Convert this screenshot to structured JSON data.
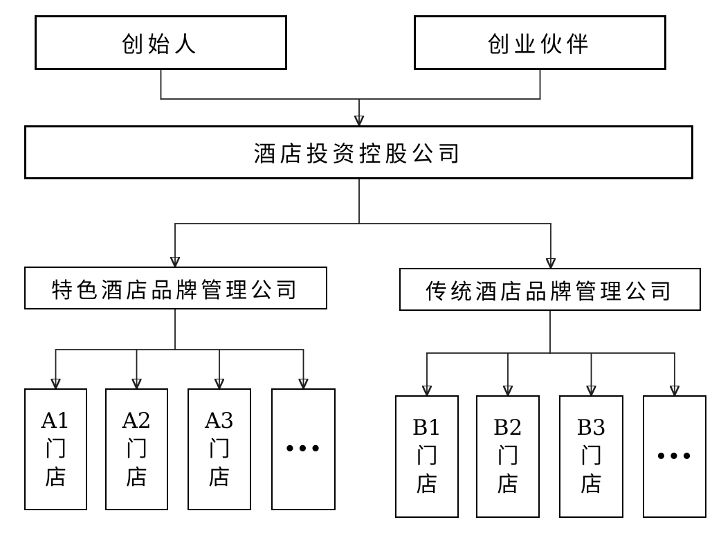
{
  "diagram": {
    "type": "org-chart",
    "colors": {
      "background": "#ffffff",
      "box_border": "#000000",
      "connector": "#1f1f1f",
      "text": "#000000"
    },
    "nodes": {
      "founder": {
        "label": "创始人"
      },
      "partner": {
        "label": "创业伙伴"
      },
      "holding": {
        "label": "酒店投资控股公司"
      },
      "brand_a": {
        "label": "特色酒店品牌管理公司"
      },
      "brand_b": {
        "label": "传统酒店品牌管理公司"
      },
      "store_a1": {
        "label": "A1门店",
        "lines": [
          "A1",
          "门",
          "店"
        ]
      },
      "store_a2": {
        "label": "A2门店",
        "lines": [
          "A2",
          "门",
          "店"
        ]
      },
      "store_a3": {
        "label": "A3门店",
        "lines": [
          "A3",
          "门",
          "店"
        ]
      },
      "more_a": {
        "label": "•••"
      },
      "store_b1": {
        "label": "B1门店",
        "lines": [
          "B1",
          "门",
          "店"
        ]
      },
      "store_b2": {
        "label": "B2门店",
        "lines": [
          "B2",
          "门",
          "店"
        ]
      },
      "store_b3": {
        "label": "B3门店",
        "lines": [
          "B3",
          "门",
          "店"
        ]
      },
      "more_b": {
        "label": "•••"
      }
    },
    "edges": [
      {
        "from": "founder",
        "to": "holding"
      },
      {
        "from": "partner",
        "to": "holding"
      },
      {
        "from": "holding",
        "to": "brand_a"
      },
      {
        "from": "holding",
        "to": "brand_b"
      },
      {
        "from": "brand_a",
        "to": "store_a1"
      },
      {
        "from": "brand_a",
        "to": "store_a2"
      },
      {
        "from": "brand_a",
        "to": "store_a3"
      },
      {
        "from": "brand_a",
        "to": "more_a"
      },
      {
        "from": "brand_b",
        "to": "store_b1"
      },
      {
        "from": "brand_b",
        "to": "store_b2"
      },
      {
        "from": "brand_b",
        "to": "store_b3"
      },
      {
        "from": "brand_b",
        "to": "more_b"
      }
    ]
  }
}
